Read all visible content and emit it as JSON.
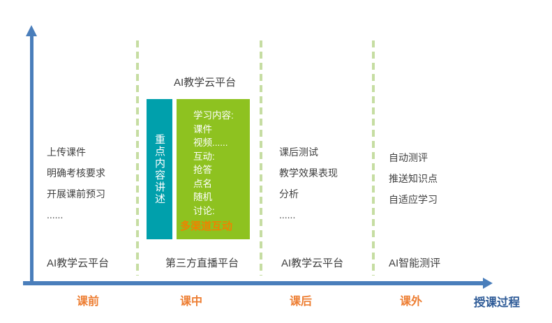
{
  "axis": {
    "title": "授课过程"
  },
  "phases": [
    {
      "label": "课前",
      "items": [
        "上传课件",
        "明确考核要求",
        "开展课前预习",
        "......"
      ],
      "platform": "AI教学云平台"
    },
    {
      "label": "课中",
      "top_label": "AI教学云平台",
      "key_box": "重点内容讲述",
      "content_box": {
        "lines": [
          "学习内容:",
          "课件",
          "视频......",
          "互动:",
          "抢答",
          "点名",
          "随机",
          "讨论:"
        ],
        "highlight": "多渠道互动"
      },
      "platform": "第三方直播平台"
    },
    {
      "label": "课后",
      "items": [
        "课后测试",
        "教学效果表现",
        "分析",
        "......"
      ],
      "platform": "AI教学云平台"
    },
    {
      "label": "课外",
      "items": [
        "自动测评",
        "推送知识点",
        "自适应学习"
      ],
      "platform": "AI智能测评"
    }
  ],
  "colors": {
    "axis_blue": "#4A7EBB",
    "axis_title_blue": "#2E5B97",
    "phase_label_orange": "#ED7D31",
    "highlight_orange": "#EF8200",
    "divider_green": "#C6DDA2",
    "key_box_teal": "#00A0AC",
    "content_box_green": "#8EC220",
    "body_text_gray": "#404040"
  }
}
